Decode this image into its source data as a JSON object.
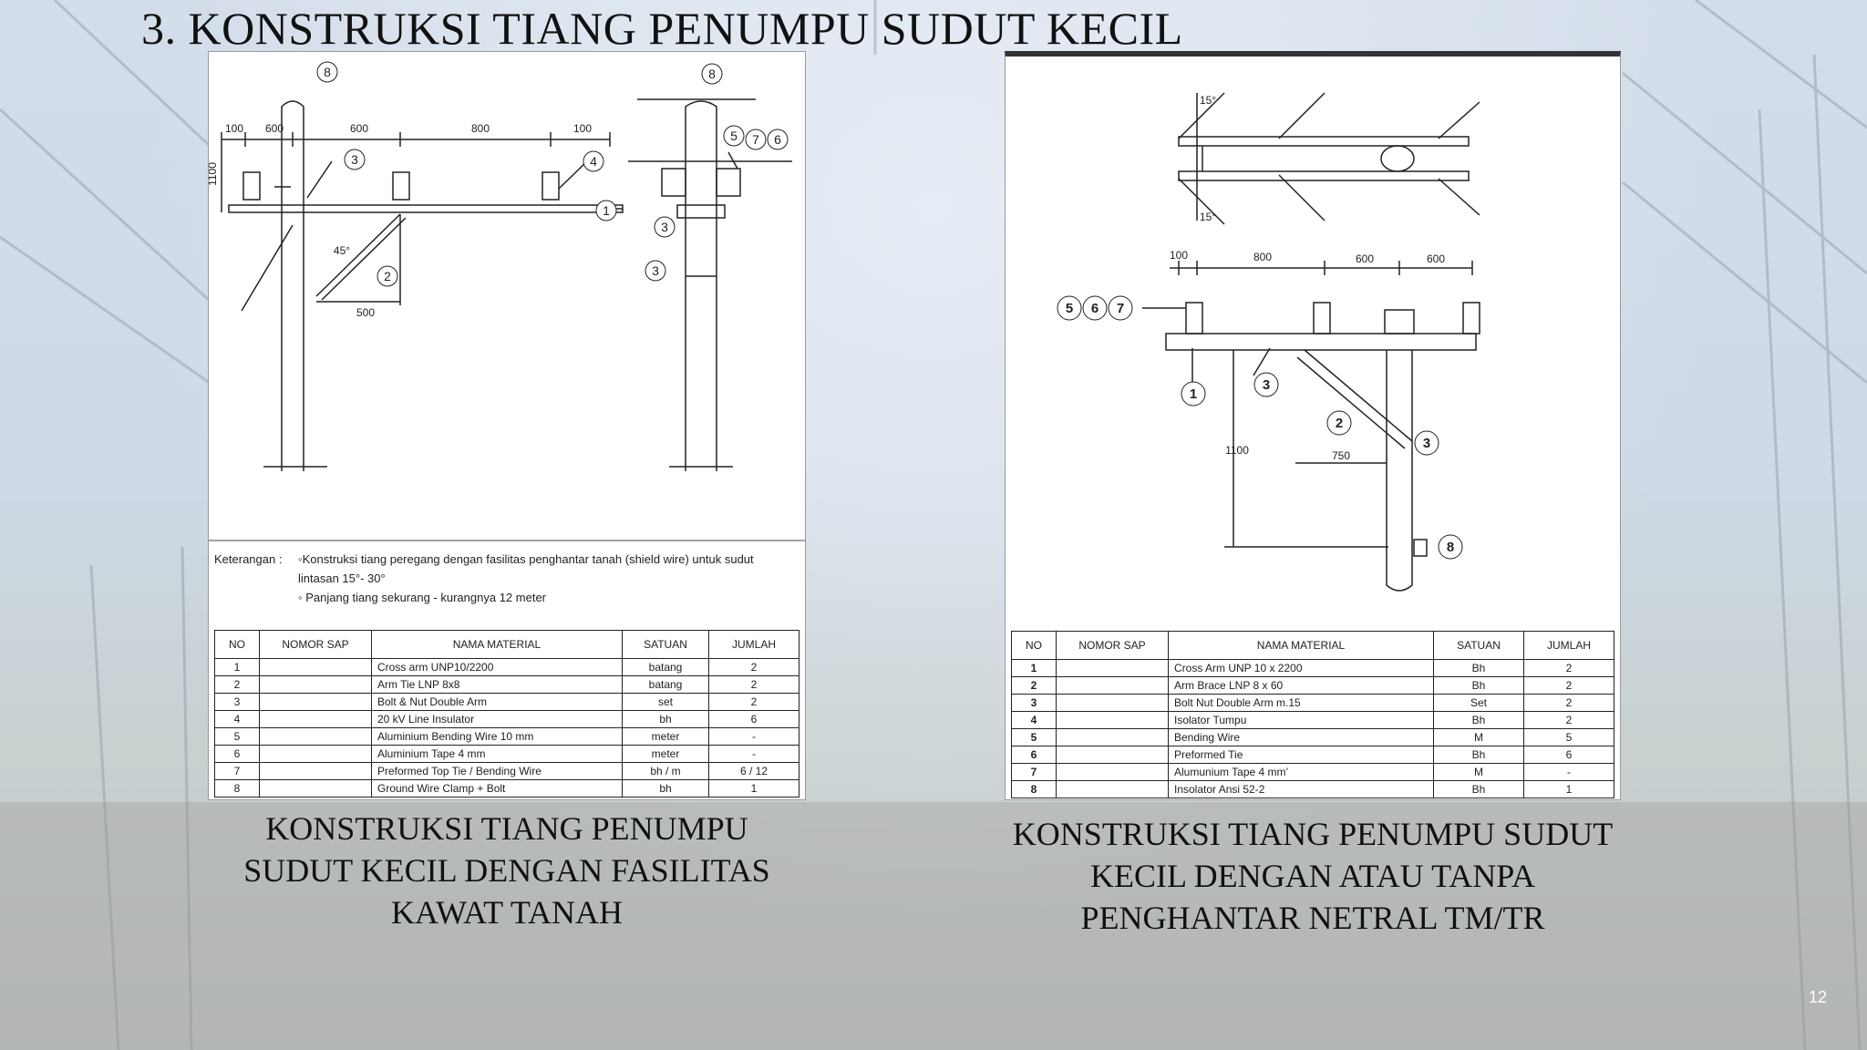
{
  "slide": {
    "title": "3. KONSTRUKSI TIANG PENUMPU SUDUT KECIL",
    "page_number": "12"
  },
  "left": {
    "caption": "KONSTRUKSI TIANG PENUMPU SUDUT KECIL DENGAN FASILITAS KAWAT TANAH",
    "dims": {
      "d1": "100",
      "d2": "600",
      "d3": "600",
      "d4": "800",
      "d5": "100",
      "d6": "1100",
      "angle": "45°",
      "d7": "500"
    },
    "callouts": [
      "1",
      "2",
      "3",
      "4",
      "5",
      "6",
      "7",
      "8"
    ],
    "note": {
      "label": "Keterangan :",
      "line1": "◦Konstruksi tiang peregang dengan fasilitas penghantar tanah (shield wire) untuk sudut",
      "line2": "lintasan 15°- 30°",
      "line3": "◦ Panjang tiang sekurang - kurangnya 12 meter"
    },
    "table": {
      "headers": [
        "NO",
        "NOMOR SAP",
        "NAMA MATERIAL",
        "SATUAN",
        "JUMLAH"
      ],
      "rows": [
        {
          "no": "1",
          "sap": "",
          "name": "Cross arm UNP10/2200",
          "unit": "batang",
          "qty": "2"
        },
        {
          "no": "2",
          "sap": "",
          "name": "Arm Tie LNP 8x8",
          "unit": "batang",
          "qty": "2"
        },
        {
          "no": "3",
          "sap": "",
          "name": "Bolt & Nut Double Arm",
          "unit": "set",
          "qty": "2"
        },
        {
          "no": "4",
          "sap": "",
          "name": "20 kV Line Insulator",
          "unit": "bh",
          "qty": "6"
        },
        {
          "no": "5",
          "sap": "",
          "name": "Aluminium Bending Wire 10 mm",
          "unit": "meter",
          "qty": "-"
        },
        {
          "no": "6",
          "sap": "",
          "name": "Aluminium Tape 4 mm",
          "unit": "meter",
          "qty": "-"
        },
        {
          "no": "7",
          "sap": "",
          "name": "Preformed Top Tie / Bending Wire",
          "unit": "bh / m",
          "qty": "6 / 12"
        },
        {
          "no": "8",
          "sap": "",
          "name": "Ground Wire Clamp + Bolt",
          "unit": "bh",
          "qty": "1"
        }
      ]
    }
  },
  "right": {
    "caption": "KONSTRUKSI TIANG PENUMPU SUDUT KECIL DENGAN ATAU TANPA PENGHANTAR NETRAL TM/TR",
    "dims": {
      "a1": "15°",
      "a2": "15°",
      "d1": "100",
      "d2": "800",
      "d3": "600",
      "d4": "600",
      "d5": "1100",
      "d6": "750"
    },
    "callouts": [
      "5",
      "6",
      "7",
      "1",
      "3",
      "2",
      "3",
      "8"
    ],
    "table": {
      "headers": [
        "NO",
        "NOMOR SAP",
        "NAMA MATERIAL",
        "SATUAN",
        "JUMLAH"
      ],
      "rows": [
        {
          "no": "1",
          "sap": "",
          "name": "Cross Arm UNP 10 x 2200",
          "unit": "Bh",
          "qty": "2"
        },
        {
          "no": "2",
          "sap": "",
          "name": "Arm Brace LNP 8 x 60",
          "unit": "Bh",
          "qty": "2"
        },
        {
          "no": "3",
          "sap": "",
          "name": "Bolt Nut Double Arm m.15",
          "unit": "Set",
          "qty": "2"
        },
        {
          "no": "4",
          "sap": "",
          "name": "Isolator Tumpu",
          "unit": "Bh",
          "qty": "2"
        },
        {
          "no": "5",
          "sap": "",
          "name": "Bending Wire",
          "unit": "M",
          "qty": "5"
        },
        {
          "no": "6",
          "sap": "",
          "name": "Preformed Tie",
          "unit": "Bh",
          "qty": "6"
        },
        {
          "no": "7",
          "sap": "",
          "name": "Alumunium Tape 4 mm’",
          "unit": "M",
          "qty": "-"
        },
        {
          "no": "8",
          "sap": "",
          "name": "Insolator Ansi 52-2",
          "unit": "Bh",
          "qty": "1"
        }
      ]
    }
  }
}
